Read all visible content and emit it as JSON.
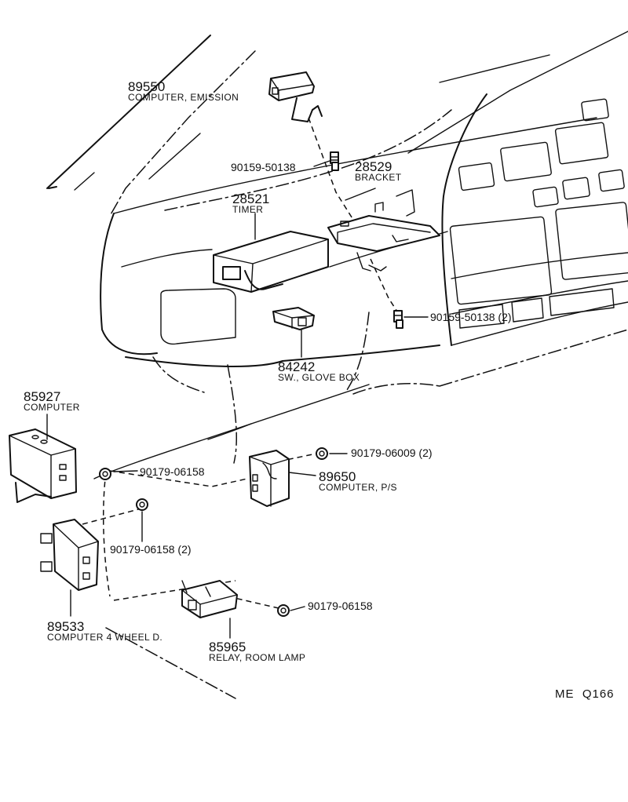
{
  "parts": {
    "computer_emission": {
      "number": "89550",
      "name": "COMPUTER, EMISSION"
    },
    "bracket": {
      "number": "28529",
      "name": "BRACKET"
    },
    "timer": {
      "number": "28521",
      "name": "TIMER"
    },
    "glove_box_switch": {
      "number": "84242",
      "name": "SW., GLOVE BOX"
    },
    "computer": {
      "number": "85927",
      "name": "COMPUTER"
    },
    "computer_ps": {
      "number": "89650",
      "name": "COMPUTER, P/S"
    },
    "computer_4wd": {
      "number": "89533",
      "name": "COMPUTER 4 WHEEL D."
    },
    "relay_room_lamp": {
      "number": "85965",
      "name": "RELAY, ROOM LAMP"
    }
  },
  "fasteners": {
    "bolt_upper": "90159-50138",
    "bolt_right": "90159-50138 (2)",
    "clip_ps": "90179-06009 (2)",
    "clip_computer": "90179-06158",
    "clip_4wd": "90179-06158 (2)",
    "clip_relay": "90179-06158"
  },
  "diagram_ref": "ME  Q166"
}
